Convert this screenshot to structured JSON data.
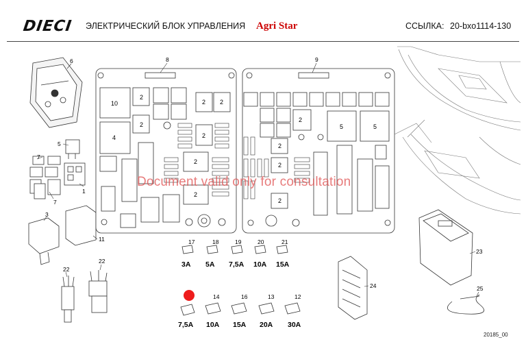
{
  "header": {
    "logo": "DIECI",
    "title": "ЭЛЕКТРИЧЕСКИЙ БЛОК УПРАВЛЕНИЯ",
    "brand": "Agri Star",
    "brand_color": "#cc0000",
    "ref_label": "ССЫЛКА:",
    "ref_code": "20-bxo1114-130"
  },
  "watermark": "Document valid only for consultation",
  "footer": {
    "drawing_code": "20185_00"
  },
  "callouts": {
    "c1": "1",
    "c3": "3",
    "c4": "4",
    "c5": "5",
    "c5b": "5",
    "c6": "6",
    "c7a": "7",
    "c7b": "7",
    "c8": "8",
    "c9": "9",
    "c10": "10",
    "c11": "11",
    "c12": "12",
    "c13": "13",
    "c14": "14",
    "c16": "16",
    "c17": "17",
    "c18": "18",
    "c19": "19",
    "c20": "20",
    "c21": "21",
    "c22a": "22",
    "c22b": "22",
    "c23": "23",
    "c24": "24",
    "c25": "25"
  },
  "board_labels": {
    "l8a": "2",
    "l8b": "2",
    "l8c": "2",
    "l8d": "2",
    "l8e": "2",
    "l8f": "2",
    "l8g": "2",
    "l9a": "2",
    "l9b": "2",
    "l9c": "2",
    "l9d": "2"
  },
  "fuse_ratings": {
    "f17": "3A",
    "f18": "5A",
    "f19": "7,5A",
    "f20": "10A",
    "f21": "15A",
    "f_red": "7,5A",
    "f14": "10A",
    "f16": "15A",
    "f13": "20A",
    "f12": "30A"
  },
  "highlight_color": "#ee1c1c"
}
